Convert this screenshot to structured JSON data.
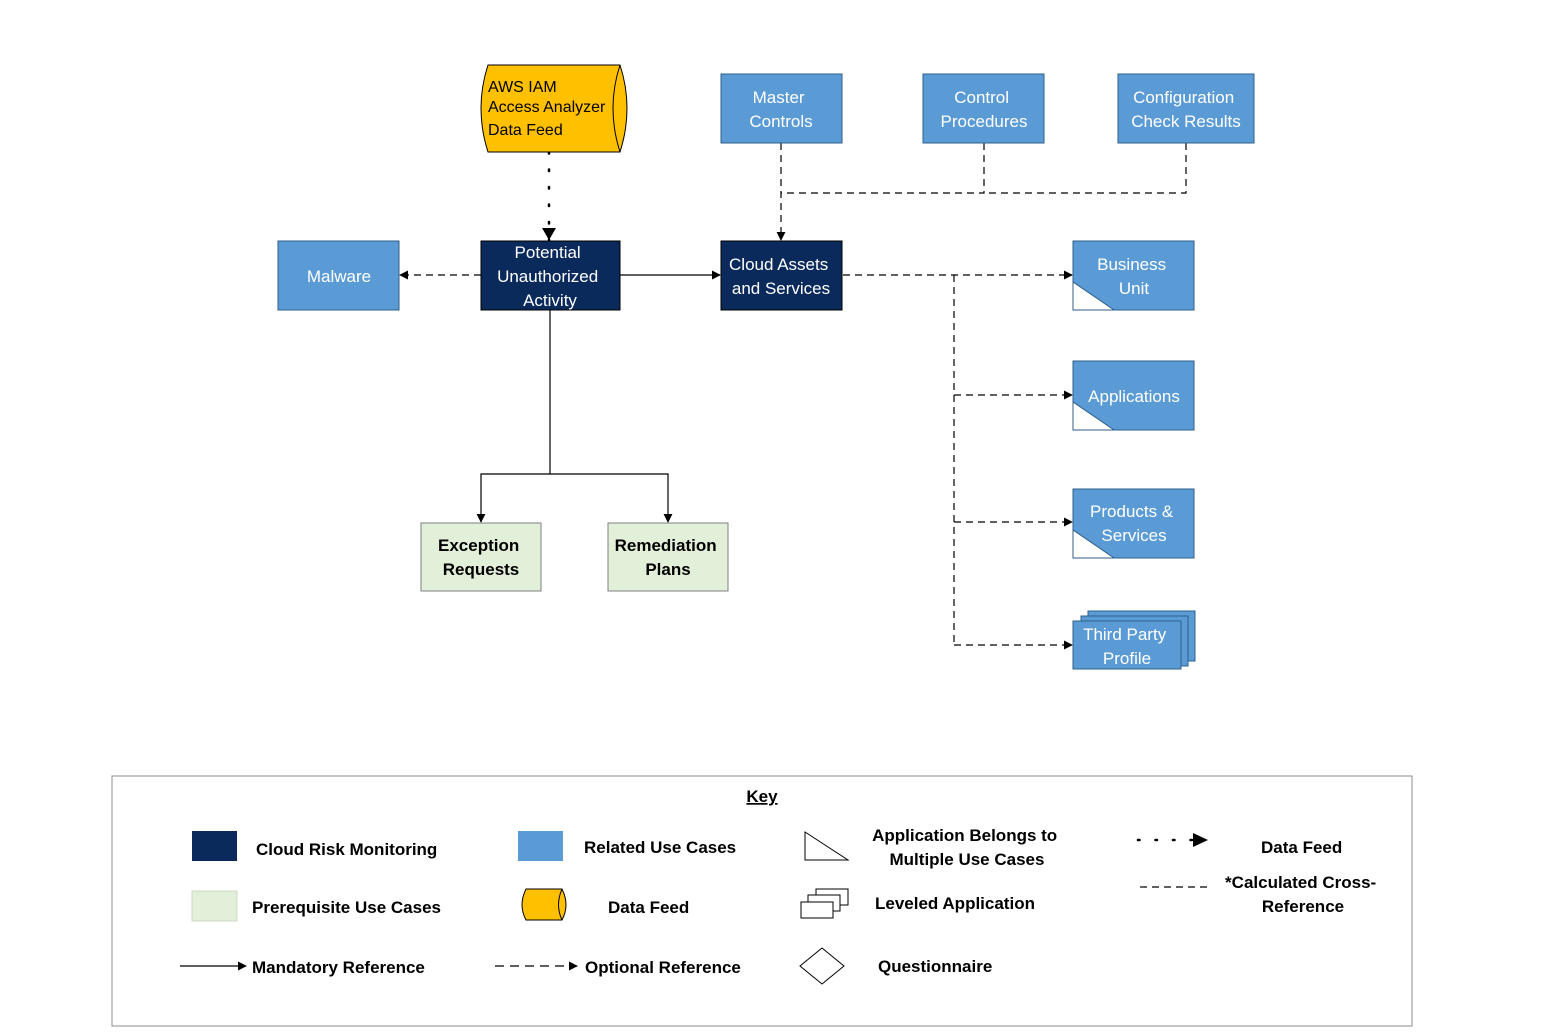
{
  "nodes": {
    "data_feed": {
      "lines": [
        "AWS IAM",
        "Access Analyzer",
        "Data Feed"
      ]
    },
    "master_controls": {
      "lines": [
        "Master",
        "Controls"
      ]
    },
    "control_procedures": {
      "lines": [
        "Control",
        "Procedures"
      ]
    },
    "configuration_check_results": {
      "lines": [
        "Configuration",
        "Check Results"
      ]
    },
    "malware": {
      "lines": [
        "Malware"
      ]
    },
    "potential_unauthorized_activity": {
      "lines": [
        "Potential",
        "Unauthorized",
        "Activity"
      ]
    },
    "cloud_assets": {
      "lines": [
        "Cloud Assets",
        "and Services"
      ]
    },
    "business_unit": {
      "lines": [
        "Business",
        "Unit"
      ]
    },
    "applications": {
      "lines": [
        "Applications"
      ]
    },
    "products_services": {
      "lines": [
        "Products &",
        "Services"
      ]
    },
    "third_party_profile": {
      "lines": [
        "Third Party",
        "Profile"
      ]
    },
    "exception_requests": {
      "lines": [
        "Exception",
        "Requests"
      ]
    },
    "remediation_plans": {
      "lines": [
        "Remediation",
        "Plans"
      ]
    }
  },
  "key": {
    "title": "Key",
    "cloud_risk_monitoring": "Cloud Risk Monitoring",
    "prerequisite_use_cases": "Prerequisite Use Cases",
    "mandatory_reference": "Mandatory Reference",
    "related_use_cases": "Related Use Cases",
    "data_feed": "Data Feed",
    "optional_reference": "Optional Reference",
    "app_multiple_line1": "Application Belongs to",
    "app_multiple_line2": "Multiple Use Cases",
    "leveled_application": "Leveled Application",
    "questionnaire": "Questionnaire",
    "data_feed_arrow": "Data Feed",
    "calc_line1": "*Calculated Cross-",
    "calc_line2": "Reference"
  },
  "colors": {
    "dark_blue": "#0b2a5c",
    "light_blue": "#5b9bd5",
    "light_green": "#e2efd9",
    "yellow": "#ffc000"
  }
}
